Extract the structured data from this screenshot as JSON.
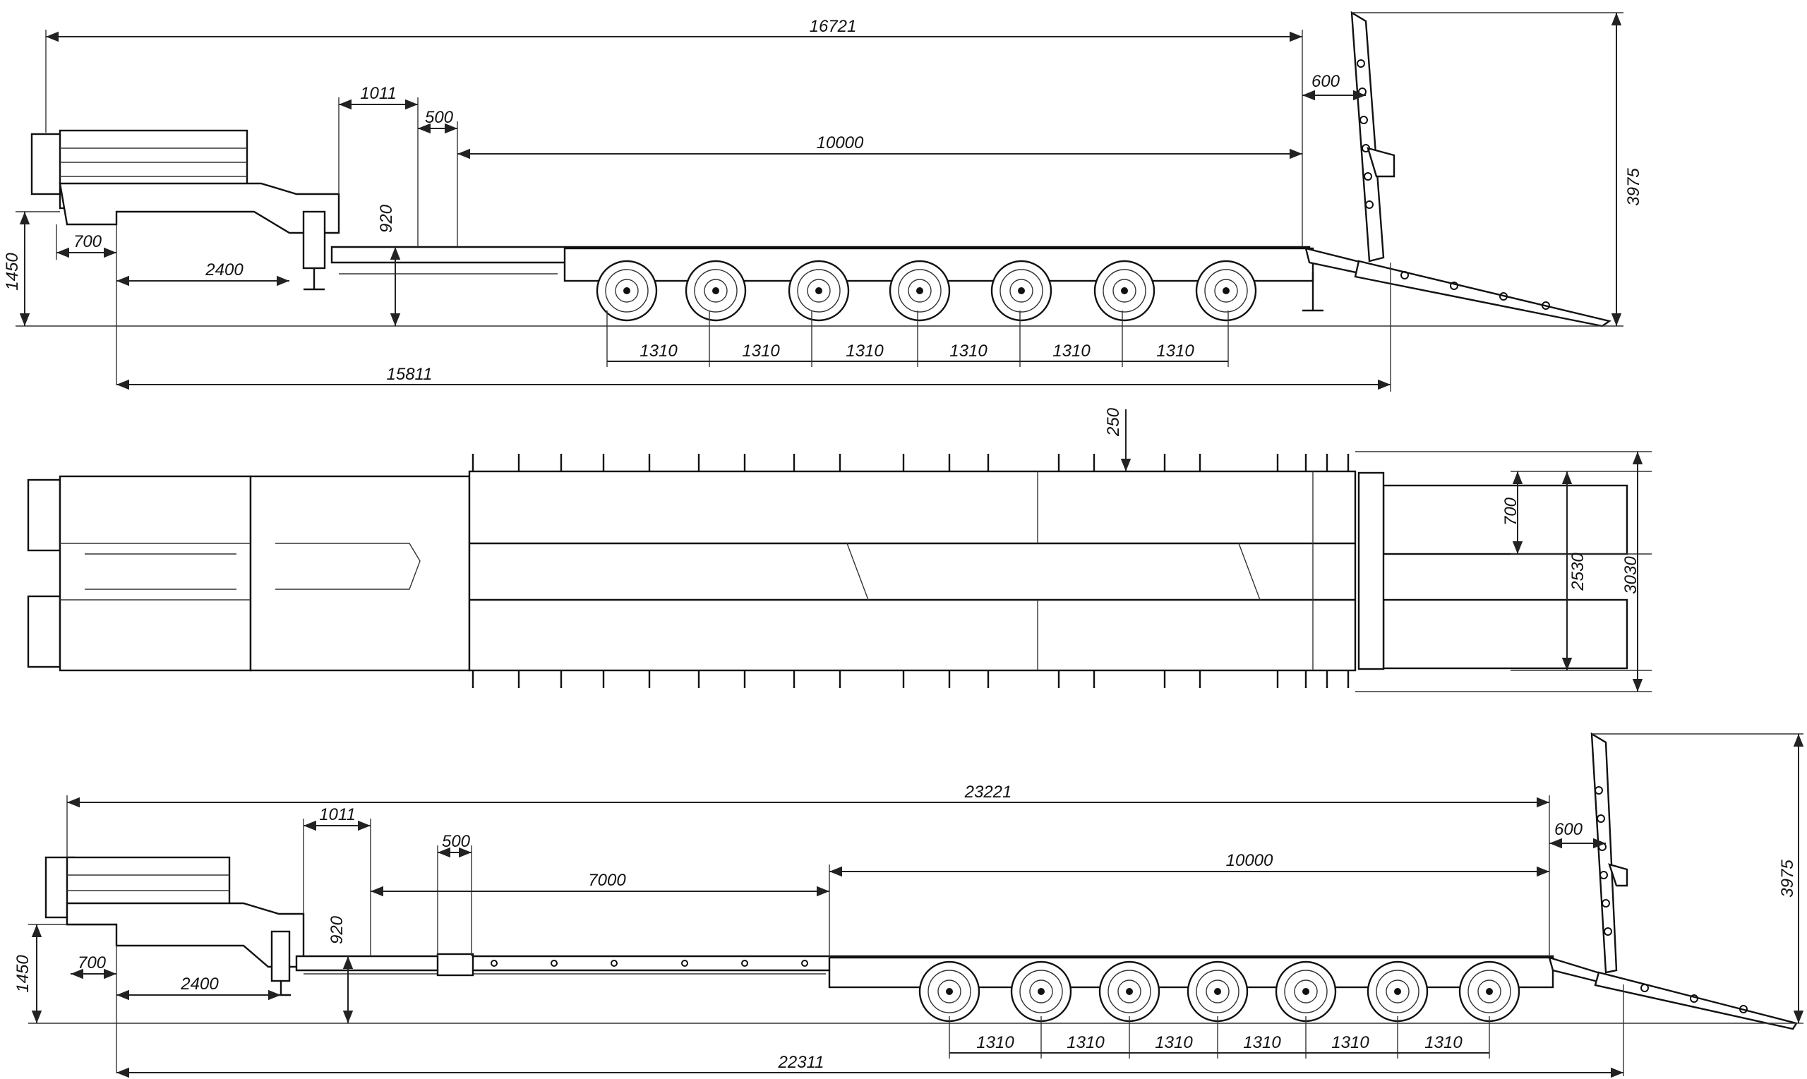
{
  "side_view_top": {
    "overall_length": "16721",
    "gooseneck": "1011",
    "step": "500",
    "platform": "10000",
    "ramp_offset": "600",
    "total_height": "3975",
    "hitch_height": "1450",
    "deck_height": "920",
    "front_overhang": "700",
    "kingpin_to_landing_gear": "2400",
    "axle_spacings": [
      "1310",
      "1310",
      "1310",
      "1310",
      "1310",
      "1310"
    ],
    "base_length": "15811"
  },
  "plan_view": {
    "outrigger_offset": "250",
    "ramp_width": "700",
    "inner_width": "2530",
    "outer_width": "3030"
  },
  "side_view_extended": {
    "overall_length": "23221",
    "gooseneck": "1011",
    "step": "500",
    "extension": "7000",
    "platform": "10000",
    "ramp_offset": "600",
    "total_height": "3975",
    "hitch_height": "1450",
    "deck_height": "920",
    "front_overhang": "700",
    "kingpin_to_landing_gear": "2400",
    "axle_spacings": [
      "1310",
      "1310",
      "1310",
      "1310",
      "1310",
      "1310"
    ],
    "base_length": "22311"
  }
}
